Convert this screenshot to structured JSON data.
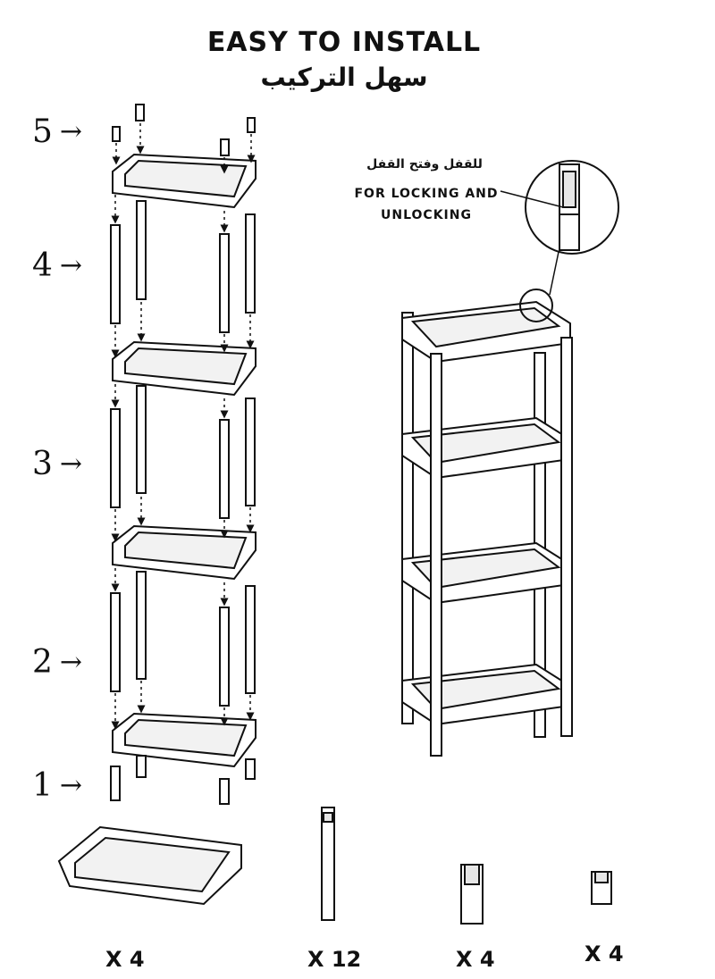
{
  "header": {
    "title_en": "EASY TO INSTALL",
    "title_ar": "سهل التركيب"
  },
  "steps": [
    {
      "label": "5",
      "arrow": "→"
    },
    {
      "label": "4",
      "arrow": "→"
    },
    {
      "label": "3",
      "arrow": "→"
    },
    {
      "label": "2",
      "arrow": "→"
    },
    {
      "label": "1",
      "arrow": "→"
    }
  ],
  "lock_callout": {
    "text_ar": "للقفل وفتح القفل",
    "text_en": "FOR LOCKING AND UNLOCKING"
  },
  "parts": [
    {
      "name": "shelf-tray",
      "quantity": "X 4"
    },
    {
      "name": "connecting-pole",
      "quantity": "X 12"
    },
    {
      "name": "foot-connector",
      "quantity": "X 4"
    },
    {
      "name": "top-cap",
      "quantity": "X 4"
    }
  ],
  "colors": {
    "line": "#111111",
    "fill": "#ffffff",
    "shade": "#dddddd"
  }
}
